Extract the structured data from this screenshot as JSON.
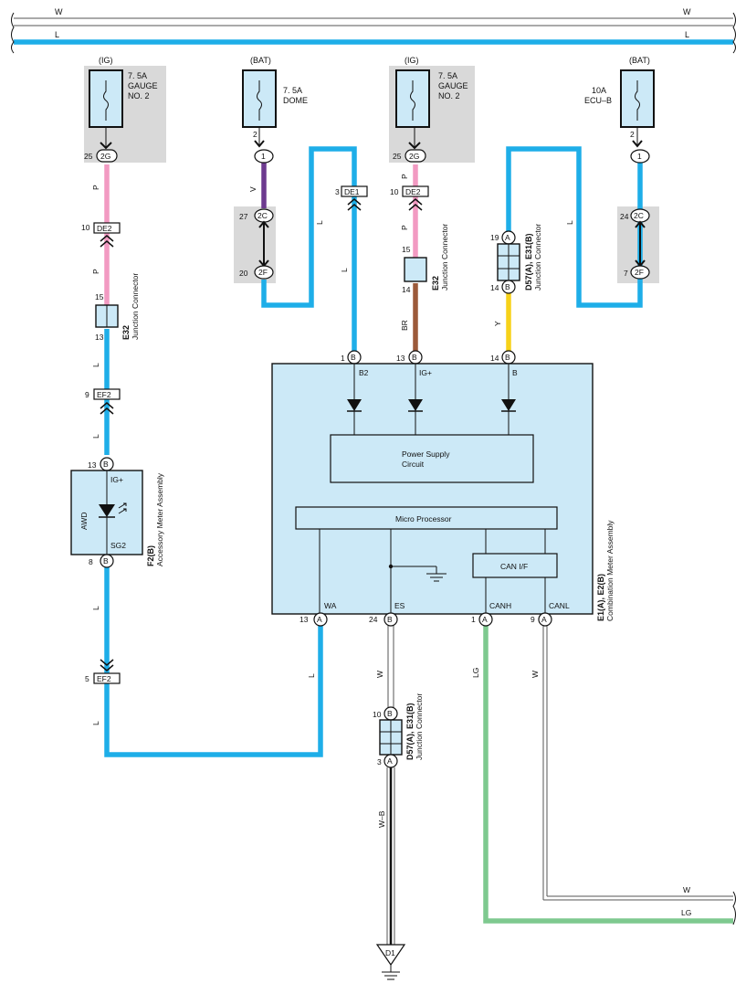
{
  "top_bus": {
    "w_label_left": "W",
    "w_label_right": "W",
    "l_label_left": "L",
    "l_label_right": "L"
  },
  "fuses": [
    {
      "source": "(IG)",
      "name_line1": "7. 5A",
      "name_line2": "GAUGE",
      "name_line3": "NO. 2",
      "pin": "25",
      "conn": "2G"
    },
    {
      "source": "(BAT)",
      "name_line1": "7. 5A",
      "name_line2": "DOME",
      "name_line3": "",
      "pin": "2",
      "conn": "1"
    },
    {
      "source": "(IG)",
      "name_line1": "7. 5A",
      "name_line2": "GAUGE",
      "name_line3": "NO. 2",
      "pin": "25",
      "conn": "2G"
    },
    {
      "source": "(BAT)",
      "name_line1": "10A",
      "name_line2": "ECU–B",
      "name_line3": "",
      "pin": "2",
      "conn": "1"
    }
  ],
  "left_column": {
    "wire_p1": "P",
    "de2_pin": "10",
    "de2": "DE2",
    "wire_p2": "P",
    "e32_top": "15",
    "e32_bottom": "13",
    "e32_code": "E32",
    "e32_label": "Junction Connector",
    "wire_l1": "L",
    "ef2_pin1": "9",
    "ef2": "EF2",
    "wire_l2": "L",
    "meter_top_pin": "13",
    "meter_top_conn": "B",
    "meter_ig": "IG+",
    "meter_awd": "AWD",
    "meter_sg2": "SG2",
    "meter_bottom_pin": "8",
    "meter_bottom_conn": "B",
    "meter_code": "F2(B)",
    "meter_label": "Accessory Meter Assembly",
    "wire_l3": "L",
    "ef2_pin2": "5",
    "wire_l4": "L"
  },
  "dome_column": {
    "wire_v": "V",
    "pin27": "27",
    "conn2c": "2C",
    "pin20": "20",
    "conn2f": "2F",
    "wire_l": "L",
    "de1_pin": "3",
    "de1": "DE1",
    "wire_l2": "L"
  },
  "gauge2_column": {
    "wire_p": "P",
    "de2_pin": "10",
    "de2": "DE2",
    "wire_p2": "P",
    "e32_top": "15",
    "e32_bottom": "14",
    "e32_code": "E32",
    "e32_label": "Junction Connector",
    "wire_br": "BR"
  },
  "ecub_column": {
    "wire_l": "L",
    "pin24": "24",
    "conn2c": "2C",
    "pin7": "7",
    "conn2f": "2F",
    "d57_top_pin": "19",
    "d57_top_conn": "A",
    "d57_bottom_pin": "14",
    "d57_bottom_conn": "B",
    "d57_code": "D57(A), E31(B)",
    "d57_label": "Junction Connector",
    "wire_y": "Y"
  },
  "combination_meter": {
    "pin_b2": "1",
    "conn_b2": "B",
    "label_b2": "B2",
    "pin_ig": "13",
    "conn_ig": "B",
    "label_ig": "IG+",
    "pin_b": "14",
    "conn_b": "B",
    "label_b": "B",
    "power_line1": "Power Supply",
    "power_line2": "Circuit",
    "micro": "Micro Processor",
    "can_if": "CAN I/F",
    "label_wa": "WA",
    "label_es": "ES",
    "label_canh": "CANH",
    "label_canl": "CANL",
    "pin_wa": "13",
    "conn_wa": "A",
    "pin_es": "24",
    "conn_es": "B",
    "pin_canh": "1",
    "conn_canh": "A",
    "pin_canl": "9",
    "conn_canl": "A",
    "code": "E1(A), E2(B)",
    "label": "Combination Meter Assembly"
  },
  "bottom": {
    "wire_wa": "L",
    "wire_es": "W",
    "wire_canh": "LG",
    "wire_canl": "W",
    "d57_top_pin": "10",
    "d57_top_conn": "B",
    "d57_bottom_pin": "3",
    "d57_bottom_conn": "A",
    "d57_code": "D57(A), E31(B)",
    "d57_label": "Junction Connector",
    "wire_wb": "W–B",
    "ground": "D1",
    "right_w": "W",
    "right_lg": "LG"
  }
}
